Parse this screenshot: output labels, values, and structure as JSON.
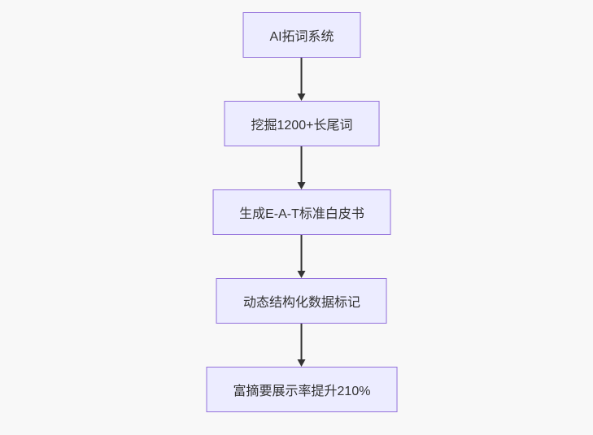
{
  "diagram": {
    "type": "flowchart",
    "direction": "top-down",
    "colors": {
      "background": "#f8f8f8",
      "node_fill": "#ECECFF",
      "node_border": "#9370DB",
      "node_text": "#333333",
      "arrow": "#333333"
    },
    "nodes": [
      {
        "id": "A",
        "label": "AI拓词系统"
      },
      {
        "id": "B",
        "label": "挖掘1200+长尾词"
      },
      {
        "id": "C",
        "label": "生成E-A-T标准白皮书"
      },
      {
        "id": "D",
        "label": "动态结构化数据标记"
      },
      {
        "id": "E",
        "label": "富摘要展示率提升210%"
      }
    ],
    "edges": [
      {
        "from": "A",
        "to": "B"
      },
      {
        "from": "B",
        "to": "C"
      },
      {
        "from": "C",
        "to": "D"
      },
      {
        "from": "D",
        "to": "E"
      }
    ]
  }
}
